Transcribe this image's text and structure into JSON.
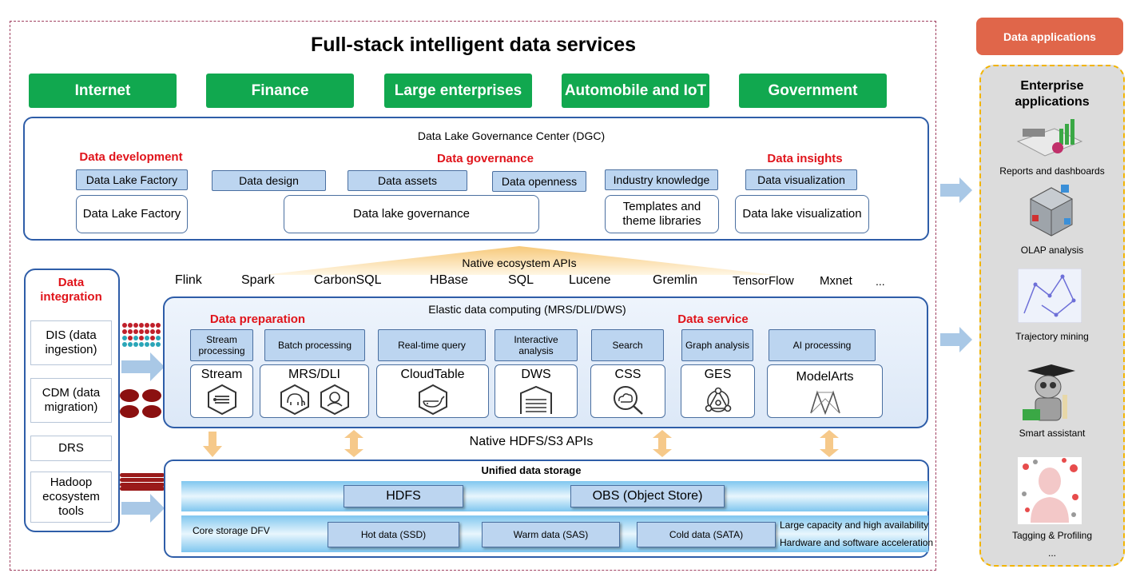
{
  "title": "Full-stack intelligent data services",
  "industries": [
    "Internet",
    "Finance",
    "Large enterprises",
    "Automobile and IoT",
    "Government"
  ],
  "dgc": {
    "title": "Data Lake Governance Center (DGC)",
    "development": {
      "heading": "Data development",
      "tag": "Data Lake Factory",
      "box": "Data Lake Factory"
    },
    "governance": {
      "heading": "Data governance",
      "tags": [
        "Data design",
        "Data assets",
        "Data openness"
      ],
      "box": "Data lake governance"
    },
    "insights": {
      "heading": "Data insights",
      "tags": [
        "Industry knowledge",
        "Data visualization"
      ],
      "boxes": [
        "Templates and theme libraries",
        "Data lake visualization"
      ]
    }
  },
  "ecosystem": {
    "label": "Native ecosystem APIs",
    "items": [
      "Flink",
      "Spark",
      "CarbonSQL",
      "HBase",
      "SQL",
      "Lucene",
      "Gremlin",
      "TensorFlow",
      "Mxnet",
      "..."
    ]
  },
  "integration": {
    "heading": "Data integration",
    "items": [
      "DIS (data ingestion)",
      "CDM (data migration)",
      "DRS",
      "Hadoop ecosystem tools"
    ]
  },
  "compute": {
    "title": "Elastic data computing (MRS/DLI/DWS)",
    "prep_heading": "Data preparation",
    "service_heading": "Data service",
    "services": [
      {
        "tag": "Stream processing",
        "name": "Stream",
        "icon": "stream-hexagon-icon"
      },
      {
        "tag": "Batch processing",
        "name": "MRS/DLI",
        "icon": "elephant-icon"
      },
      {
        "tag": "Real-time query",
        "name": "CloudTable",
        "icon": "whale-icon"
      },
      {
        "tag": "Interactive analysis",
        "name": "DWS",
        "icon": "warehouse-icon"
      },
      {
        "tag": "Search",
        "name": "CSS",
        "icon": "cloud-search-icon"
      },
      {
        "tag": "Graph analysis",
        "name": "GES",
        "icon": "graph-icon"
      },
      {
        "tag": "AI processing",
        "name": "ModelArts",
        "icon": "modelarts-icon"
      }
    ]
  },
  "hdfs_api_label": "Native HDFS/S3 APIs",
  "storage": {
    "title": "Unified data storage",
    "top_tags": [
      "HDFS",
      "OBS (Object Store)"
    ],
    "core_label": "Core storage DFV",
    "tiers": [
      "Hot data (SSD)",
      "Warm data (SAS)",
      "Cold data (SATA)"
    ],
    "notes": [
      "Large capacity and high availability",
      "Hardware and software acceleration"
    ]
  },
  "apps": {
    "button": "Data applications",
    "title": "Enterprise applications",
    "items": [
      "Reports and dashboards",
      "OLAP analysis",
      "Trajectory mining",
      "Smart assistant",
      "Tagging & Profiling"
    ],
    "more": "..."
  },
  "colors": {
    "green": "#11a84f",
    "red": "#e0141b",
    "blue_border": "#2e5da8",
    "orange": "#e0664a",
    "tag_blue": "#bcd5f0"
  }
}
